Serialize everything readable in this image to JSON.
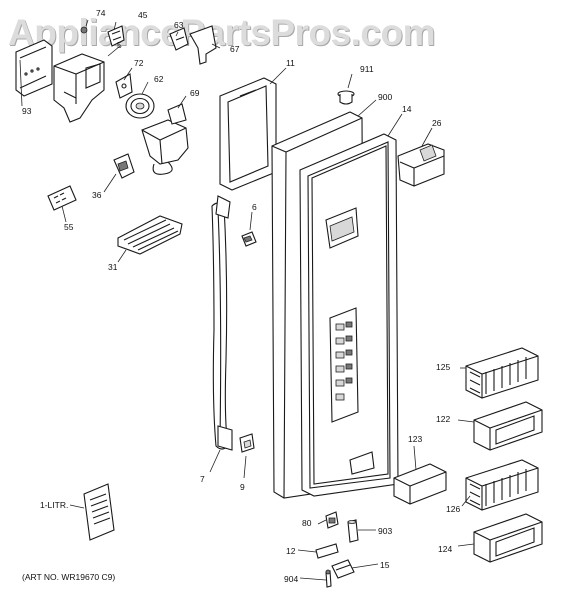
{
  "watermark": "AppliancePartsPros.com",
  "art_number": "(ART NO. WR19670 C9)",
  "labels": {
    "l74": "74",
    "l45": "45",
    "l63": "63",
    "l67": "67",
    "l5": "5",
    "l72": "72",
    "l62": "62",
    "l93": "93",
    "l69": "69",
    "l36": "36",
    "l55": "55",
    "l31": "31",
    "l11": "11",
    "l911": "911",
    "l900": "900",
    "l14": "14",
    "l26": "26",
    "l6": "6",
    "l7": "7",
    "l9": "9",
    "l125": "125",
    "l122": "122",
    "l123": "123",
    "l126": "126",
    "l124": "124",
    "l1litr": "1-LITR.",
    "l80": "80",
    "l903": "903",
    "l12": "12",
    "l15": "15",
    "l904": "904"
  }
}
